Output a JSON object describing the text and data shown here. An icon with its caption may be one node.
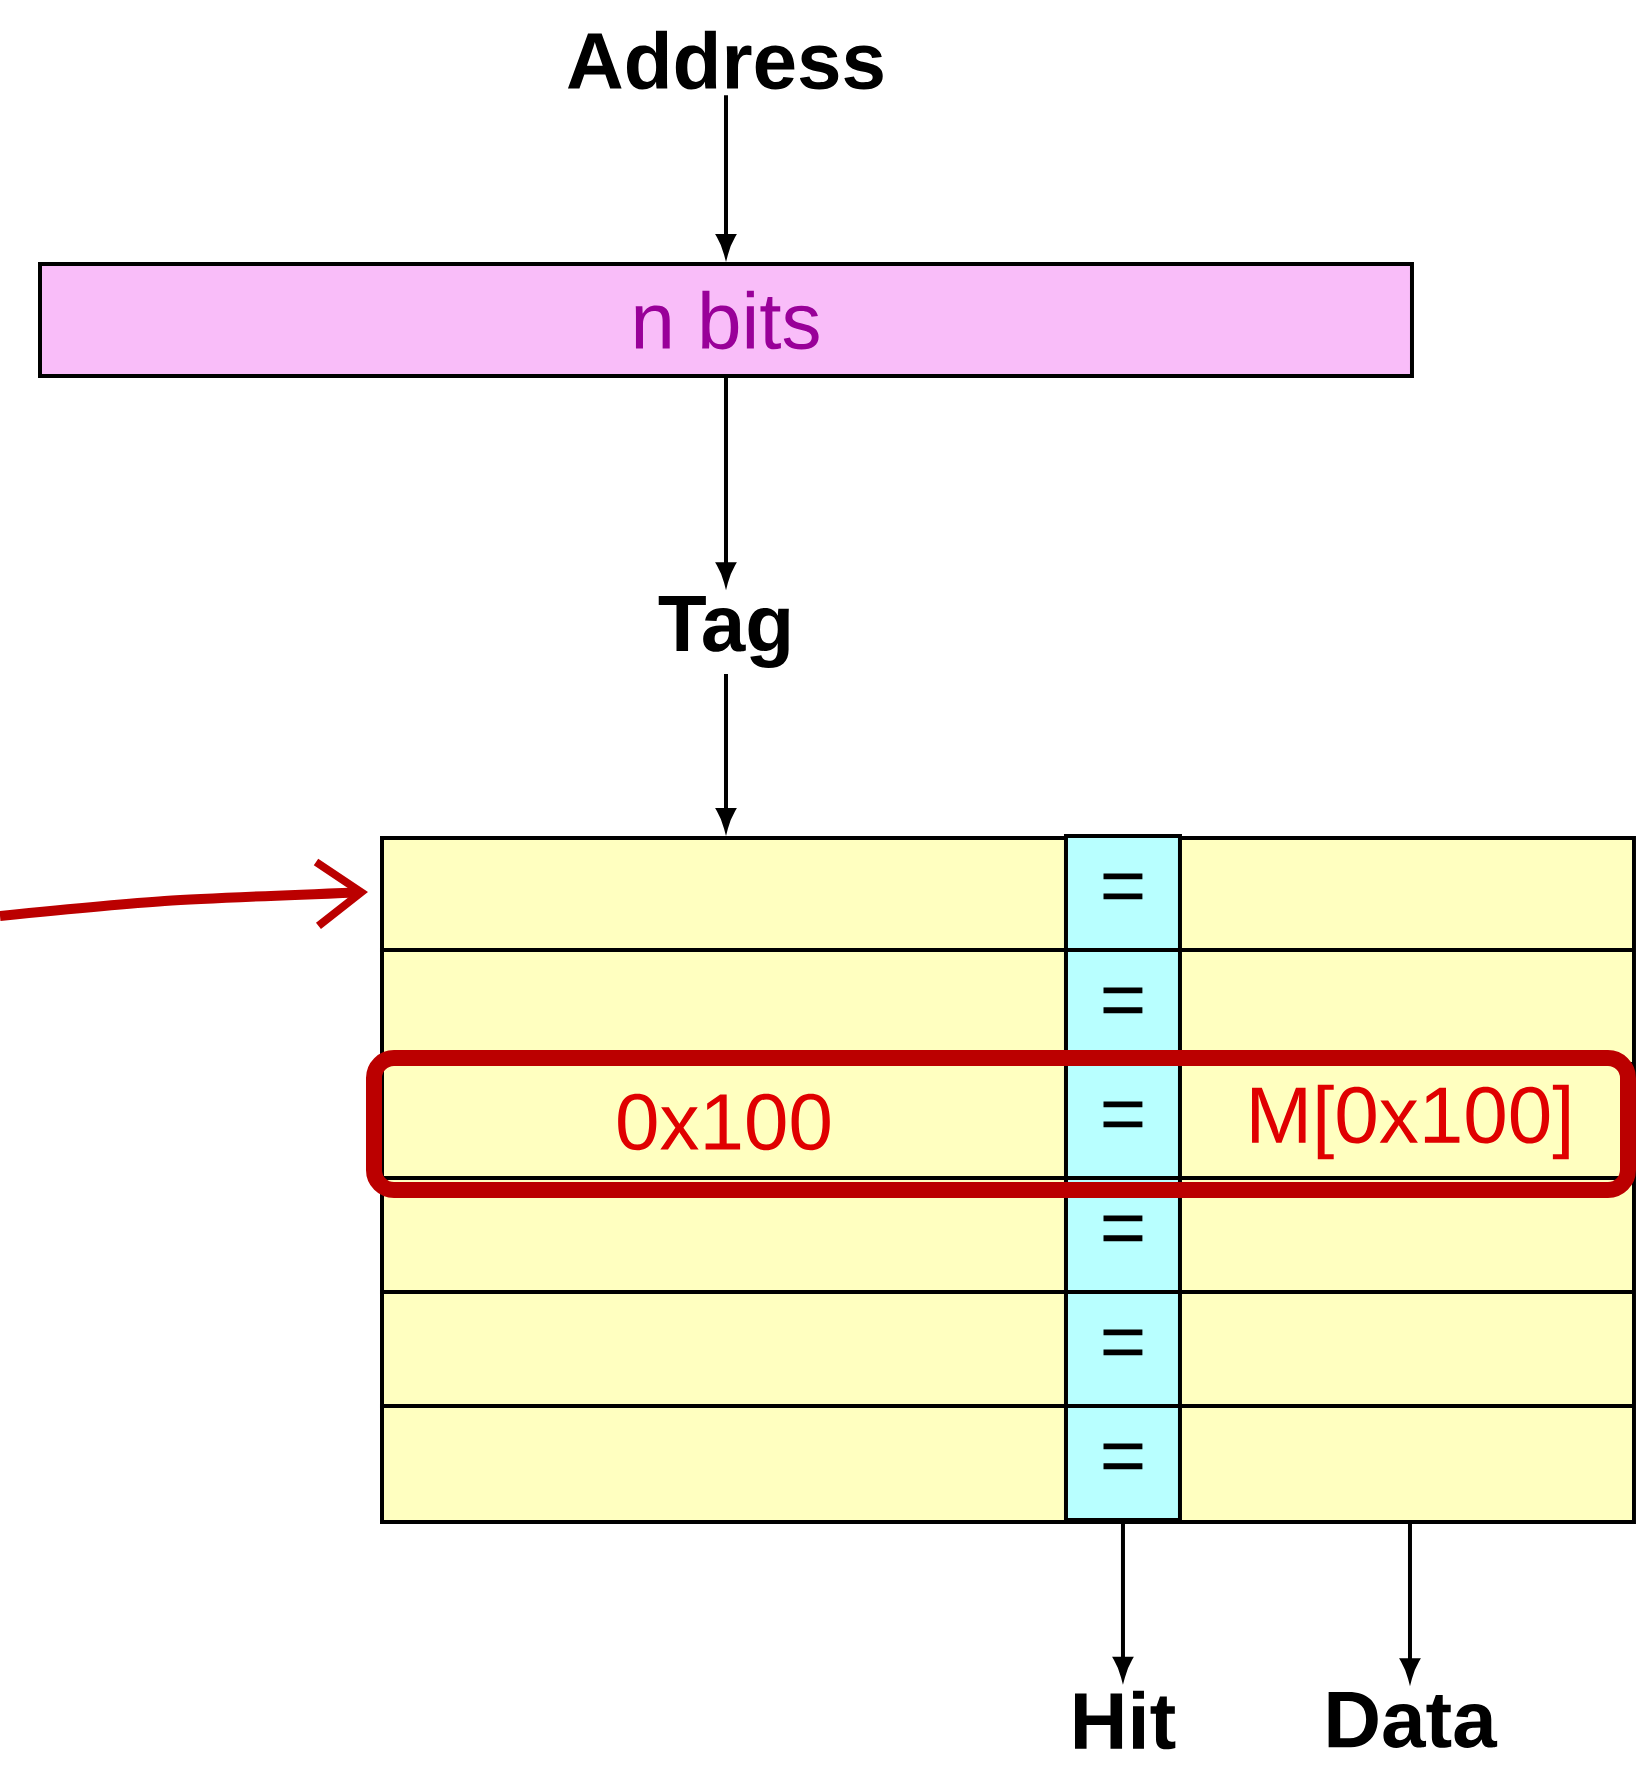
{
  "diagram": {
    "nodes": [
      {
        "text": [
          "Address"
        ]
      },
      {
        "text": [
          "n bits"
        ]
      },
      {
        "text": [
          "Tag"
        ]
      },
      {
        "text": [],
        "shape": "box"
      },
      {
        "text": [
          "Hit"
        ]
      },
      {
        "text": [
          "Data"
        ]
      },
      {
        "text": [
          "="
        ],
        "in": 3
      },
      {
        "text": [
          "="
        ],
        "in": 3
      },
      {
        "text": [
          "="
        ],
        "in": 3
      },
      {
        "text": [
          "="
        ],
        "in": 3
      },
      {
        "text": [
          "="
        ],
        "in": 3
      },
      {
        "text": [
          "="
        ],
        "in": 3
      }
    ],
    "edges": [
      {
        "from": 0,
        "to": 1,
        "arrow": "to"
      },
      {
        "from": 1,
        "to": 2,
        "arrow": "to"
      },
      {
        "from": 2,
        "to": 3,
        "arrow": "to"
      },
      {
        "from": null,
        "to": 3,
        "arrow": "to",
        "style": "thick",
        "color": "#bb0000"
      },
      {
        "from": 11,
        "to": 4,
        "arrow": "to"
      },
      {
        "from": 3,
        "to": 5,
        "arrow": "to"
      }
    ],
    "labels": [
      "0x100",
      "M[0x100]"
    ]
  }
}
